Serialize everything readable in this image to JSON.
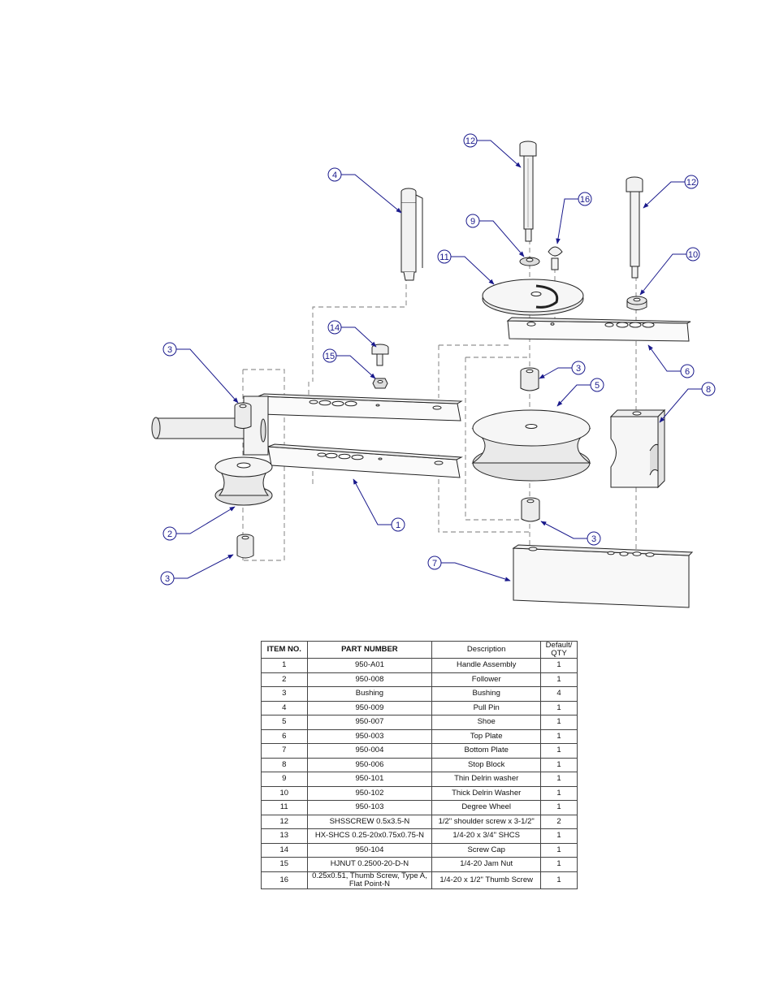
{
  "balloons": [
    {
      "label": "12"
    },
    {
      "label": "12"
    },
    {
      "label": "16"
    },
    {
      "label": "4"
    },
    {
      "label": "9"
    },
    {
      "label": "11"
    },
    {
      "label": "10"
    },
    {
      "label": "14"
    },
    {
      "label": "3"
    },
    {
      "label": "15"
    },
    {
      "label": "3"
    },
    {
      "label": "5"
    },
    {
      "label": "8"
    },
    {
      "label": "6"
    },
    {
      "label": "1"
    },
    {
      "label": "2"
    },
    {
      "label": "3"
    },
    {
      "label": "3"
    },
    {
      "label": "7"
    }
  ],
  "bom": {
    "headers": {
      "item": "ITEM NO.",
      "part": "PART NUMBER",
      "desc": "Description",
      "qty": "Default/ QTY"
    },
    "rows": [
      {
        "item": "1",
        "part": "950-A01",
        "desc": "Handle Assembly",
        "qty": "1"
      },
      {
        "item": "2",
        "part": "950-008",
        "desc": "Follower",
        "qty": "1"
      },
      {
        "item": "3",
        "part": "Bushing",
        "desc": "Bushing",
        "qty": "4"
      },
      {
        "item": "4",
        "part": "950-009",
        "desc": "Pull Pin",
        "qty": "1"
      },
      {
        "item": "5",
        "part": "950-007",
        "desc": "Shoe",
        "qty": "1"
      },
      {
        "item": "6",
        "part": "950-003",
        "desc": "Top Plate",
        "qty": "1"
      },
      {
        "item": "7",
        "part": "950-004",
        "desc": "Bottom Plate",
        "qty": "1"
      },
      {
        "item": "8",
        "part": "950-006",
        "desc": "Stop Block",
        "qty": "1"
      },
      {
        "item": "9",
        "part": "950-101",
        "desc": "Thin Delrin washer",
        "qty": "1"
      },
      {
        "item": "10",
        "part": "950-102",
        "desc": "Thick Delrin Washer",
        "qty": "1"
      },
      {
        "item": "11",
        "part": "950-103",
        "desc": "Degree Wheel",
        "qty": "1"
      },
      {
        "item": "12",
        "part": "SHSSCREW 0.5x3.5-N",
        "desc": "1/2\" shoulder screw x 3-1/2\"",
        "qty": "2"
      },
      {
        "item": "13",
        "part": "HX-SHCS 0.25-20x0.75x0.75-N",
        "desc": "1/4-20 x 3/4\" SHCS",
        "qty": "1"
      },
      {
        "item": "14",
        "part": "950-104",
        "desc": "Screw Cap",
        "qty": "1"
      },
      {
        "item": "15",
        "part": "HJNUT 0.2500-20-D-N",
        "desc": "1/4-20 Jam Nut",
        "qty": "1"
      },
      {
        "item": "16",
        "part": "0.25x0.51, Thumb Screw, Type A, Flat Point-N",
        "desc": "1/4-20 x 1/2\" Thumb Screw",
        "qty": "1"
      }
    ]
  }
}
